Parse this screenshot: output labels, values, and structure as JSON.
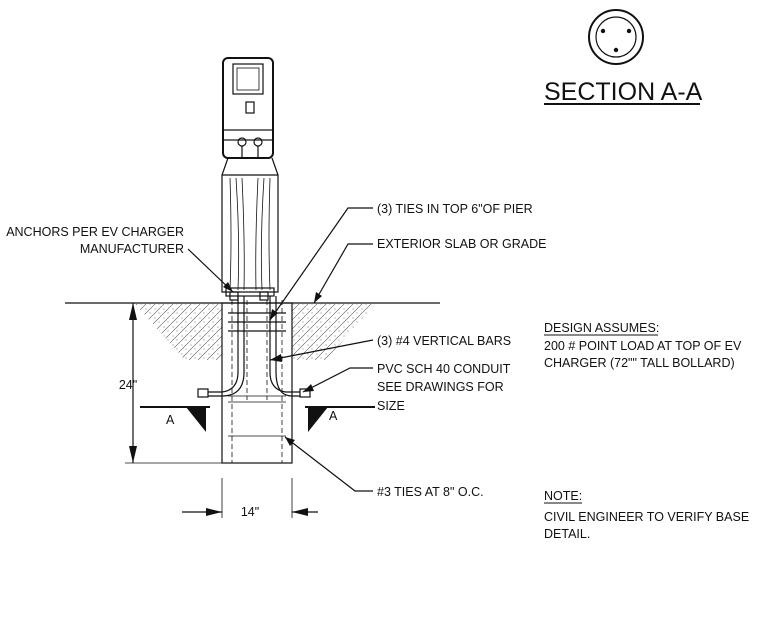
{
  "section_title": "SECTION A-A",
  "labels": {
    "anchors_line1": "ANCHORS PER EV CHARGER",
    "anchors_line2": "MANUFACTURER",
    "ties_top": "(3) TIES IN TOP 6\"OF PIER",
    "exterior_slab": "EXTERIOR SLAB OR GRADE",
    "vertical_bars": "(3) #4 VERTICAL BARS",
    "conduit_line1": "PVC SCH 40 CONDUIT",
    "conduit_line2": "SEE DRAWINGS FOR",
    "conduit_line3": "SIZE",
    "ties_oc": "#3 TIES AT 8\" O.C."
  },
  "dimensions": {
    "depth": "24\"",
    "width": "14\""
  },
  "section_marks": {
    "left": "A",
    "right": "A"
  },
  "design_note": {
    "heading": "DESIGN ASSUMES:",
    "line1": "200 # POINT LOAD AT TOP OF EV",
    "line2": "CHARGER (72\"\" TALL BOLLARD)"
  },
  "note": {
    "heading": "NOTE:",
    "line1": "CIVIL ENGINEER TO VERIFY BASE",
    "line2": "DETAIL."
  }
}
